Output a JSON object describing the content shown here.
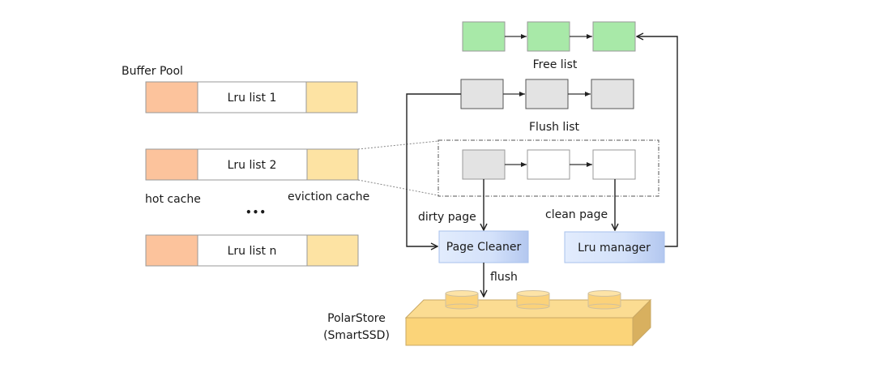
{
  "buffer_pool": {
    "title": "Buffer Pool",
    "lists": [
      {
        "label": "Lru list 1"
      },
      {
        "label": "Lru list 2"
      },
      {
        "label": "Lru list n"
      }
    ],
    "ellipsis": "•••",
    "hot_cache_label": "hot cache",
    "eviction_cache_label": "eviction cache"
  },
  "free_list": {
    "label": "Free list",
    "nodes": 3
  },
  "flush_list": {
    "label": "Flush list",
    "nodes": 3
  },
  "lru_detail": {
    "nodes": 3
  },
  "edges": {
    "dirty_page": "dirty page",
    "clean_page": "clean page",
    "flush": "flush"
  },
  "page_cleaner": {
    "label": "Page Cleaner"
  },
  "lru_manager": {
    "label": "Lru manager"
  },
  "storage": {
    "line1": "PolarStore",
    "line2": "(SmartSSD)"
  },
  "colors": {
    "hot": "#fcc39c",
    "eviction": "#fde3a3",
    "free_node": "#a8e9a8",
    "flush_node": "#e3e3e3",
    "component_light": "#dde9fc",
    "component_dark": "#b6caf0",
    "ssd_top": "#fbdc92",
    "ssd_front": "#fbd479",
    "ssd_side": "#d8b05f"
  }
}
